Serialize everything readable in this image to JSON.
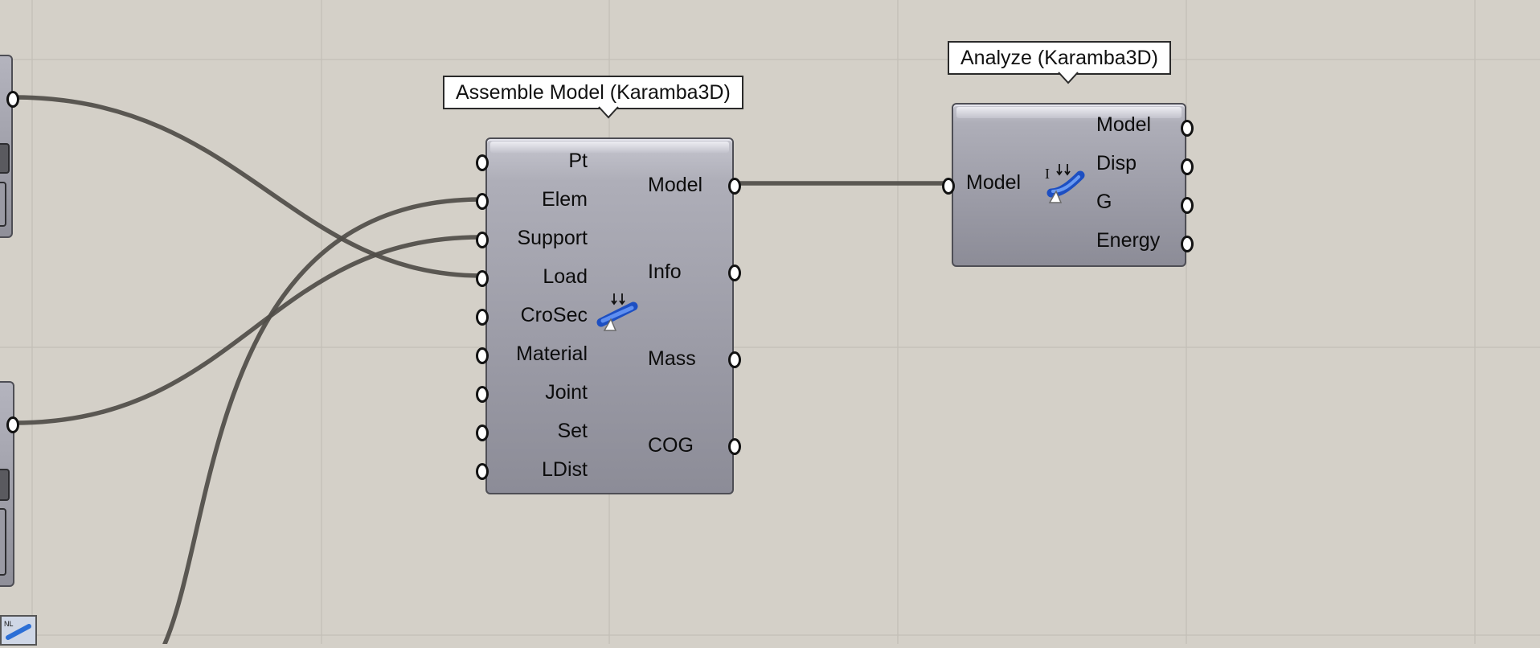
{
  "assemble": {
    "tooltip": "Assemble Model (Karamba3D)",
    "inputs": [
      "Pt",
      "Elem",
      "Support",
      "Load",
      "CroSec",
      "Material",
      "Joint",
      "Set",
      "LDist"
    ],
    "outputs": [
      "Model",
      "Info",
      "Mass",
      "COG"
    ],
    "icon": "assemble-model-icon"
  },
  "analyze": {
    "tooltip": "Analyze (Karamba3D)",
    "inputs": [
      "Model"
    ],
    "outputs": [
      "Model",
      "Disp",
      "G",
      "Energy"
    ],
    "icon": "analyze-icon"
  },
  "colors": {
    "canvas": "#d4d0c8",
    "grid": "#c2beb6",
    "wire": "#4f4c48",
    "node_body": "#9b9ba6"
  }
}
